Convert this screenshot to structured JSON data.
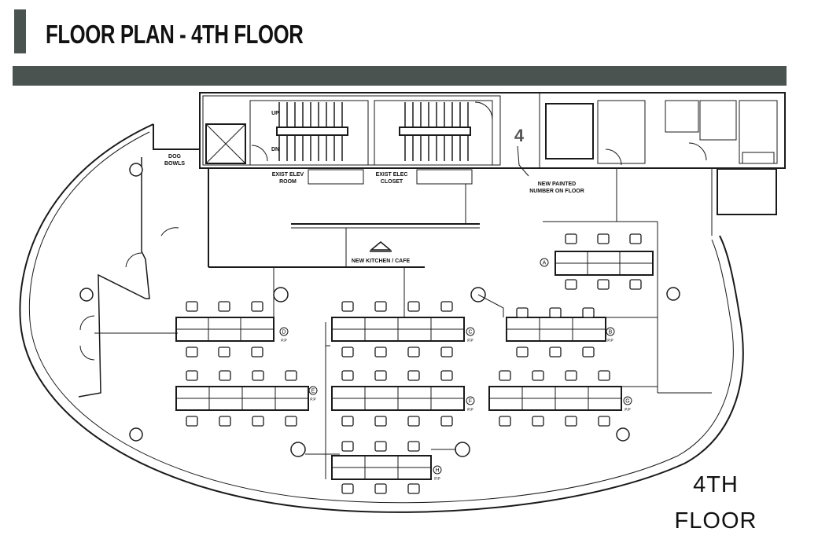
{
  "header": {
    "title": "FLOOR PLAN - 4TH FLOOR"
  },
  "floor_label": {
    "line1": "4TH",
    "line2": "FLOOR"
  },
  "plan_labels": {
    "dog_bowls": [
      "DOG",
      "BOWLS"
    ],
    "exist_elev_room": [
      "EXIST ELEV",
      "ROOM"
    ],
    "exist_elec_closet": [
      "EXIST ELEC",
      "CLOSET"
    ],
    "painted_number": "4",
    "new_painted_number": [
      "NEW PAINTED",
      "NUMBER ON FLOOR"
    ],
    "kitchen": "NEW KITCHEN / CAFE",
    "stair_up": "UP",
    "stair_dn": "DN"
  },
  "workstation_groups": [
    {
      "letter": "A",
      "note": ""
    },
    {
      "letter": "B",
      "note": "P.P"
    },
    {
      "letter": "C",
      "note": "P.P"
    },
    {
      "letter": "D",
      "note": "P.P"
    },
    {
      "letter": "E",
      "note": "P.P"
    },
    {
      "letter": "F",
      "note": "P.P"
    },
    {
      "letter": "G",
      "note": "P.P"
    },
    {
      "letter": "H",
      "note": "P.P"
    }
  ],
  "colors": {
    "accent_bar": "#4b5350",
    "line": "#1a1a1a"
  }
}
